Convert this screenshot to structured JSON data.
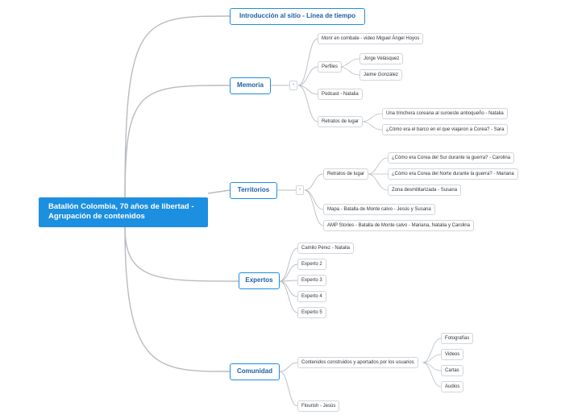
{
  "root": {
    "title": "Batallón Colombia, 70 años de libertad - Agrupación de contenidos"
  },
  "branches": {
    "intro": {
      "label": "Introducción al sitio - Línea de tiempo"
    },
    "memoria": {
      "label": "Memoria",
      "collapse": "-",
      "combate": "Morir en combate - video Miguel Ángel Hoyos",
      "perfiles": {
        "label": "Perfiles",
        "items": [
          "Jorge Velásquez",
          "Jaime González"
        ]
      },
      "podcast": "Podcast - Natalia",
      "retratos": {
        "label": "Retratos de lugar",
        "items": [
          "Una trinchera coreana al suroeste antioqueño - Natalia",
          "¿Cómo era el barco en el que viajaron a Corea? - Sara"
        ]
      }
    },
    "territorios": {
      "label": "Territorios",
      "collapse": "-",
      "retratos": {
        "label": "Retratos de lugar",
        "items": [
          "¿Cómo era Corea del Sur durante la guerra? - Carolina",
          "¿Cómo era Corea del Norte durante la guerra? - Mariana",
          "Zona desmilitarizada - Susana"
        ]
      },
      "mapa": "Mapa - Batalla de Monte calvo - Jesús y Susana",
      "amp": "AMP Stories - Batalla de Monte calvo - Mariana, Natalia y Carolina"
    },
    "expertos": {
      "label": "Expertos",
      "items": [
        "Camilo Pérez - Natalia",
        "Experto 2",
        "Experto 3",
        "Experto 4",
        "Experto 5"
      ]
    },
    "comunidad": {
      "label": "Comunidad",
      "contenidos": {
        "label": "Contenidos construidos y aportados por los usuarios",
        "items": [
          "Fotografías",
          "Videos",
          "Cartas",
          "Audios"
        ]
      },
      "flourish": "Flourish - Jesús"
    }
  },
  "colors": {
    "root_fill": "#1d8fe0",
    "main_border": "#1d8fe0",
    "main_text": "#1d5fa8",
    "link": "#b7bcc2"
  }
}
